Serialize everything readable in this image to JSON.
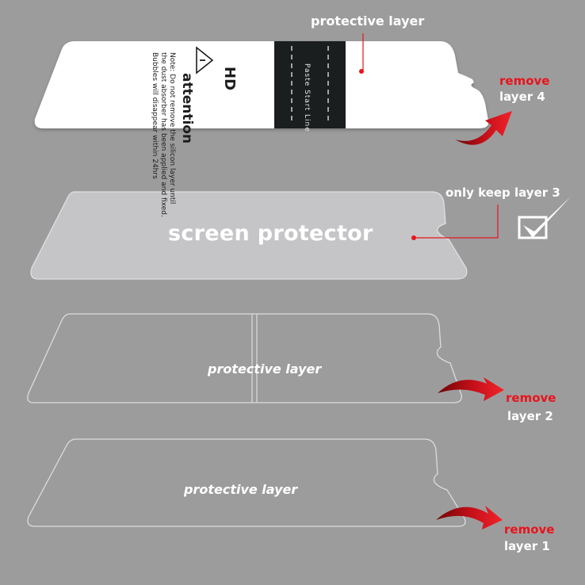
{
  "layers": {
    "top_label": "protective layer",
    "film": {
      "hd": "HD",
      "attention": "attention",
      "instruction_lines": [
        "Note: Do not remove the silicon layer until",
        "the dust absorber has been applied and fixed.",
        "Bubbles will disappear within 24hrs"
      ],
      "tab_text": "Paste Start Line"
    },
    "screen_protector_label": "screen protector",
    "layer3_note": "only keep layer 3",
    "layer2_label": "protective layer",
    "layer1_label": "protective layer",
    "remove_word": "remove",
    "layer4_text": "layer 4",
    "layer2_text": "layer 2",
    "layer1_text": "layer 1"
  },
  "colors": {
    "background": "#9d9c9d",
    "accent_red": "#e8141c",
    "film_white": "#ffffff",
    "tab_black": "#1b1e1f"
  },
  "icons": {
    "check": "check-box-icon",
    "arrow": "curved-arrow-icon"
  }
}
